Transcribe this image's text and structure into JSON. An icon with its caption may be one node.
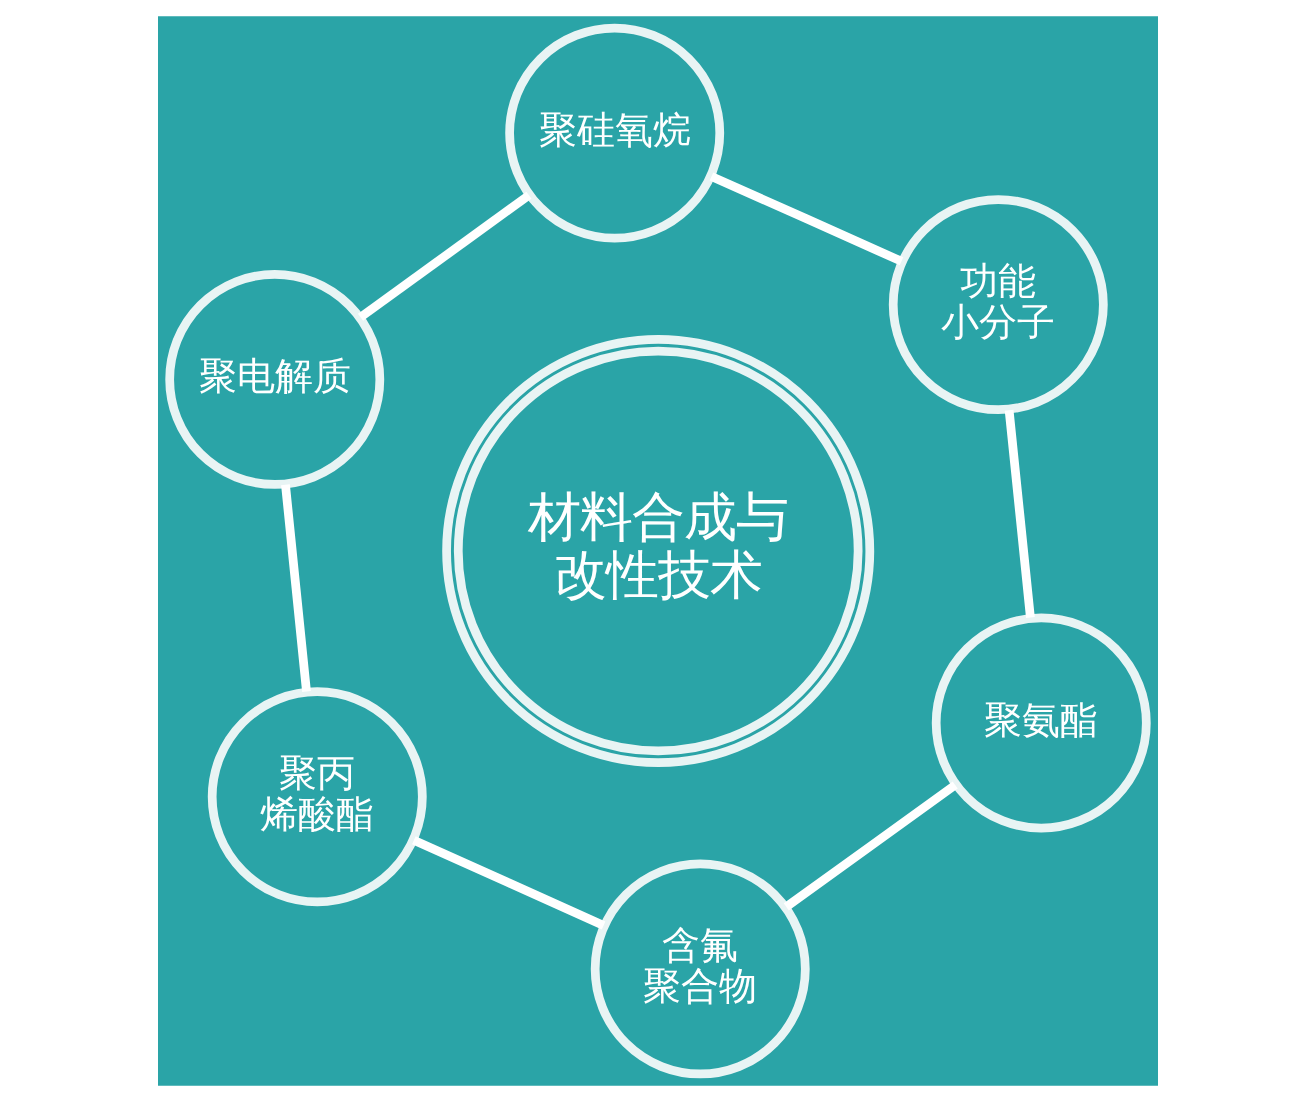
{
  "diagram": {
    "nodes": [
      {
        "text": [
          "聚硅氧烷"
        ]
      },
      {
        "text": [
          "功能小分子"
        ]
      },
      {
        "text": [
          "聚电解质"
        ]
      },
      {
        "text": [
          "材料合成与改性技术"
        ]
      },
      {
        "text": [
          "聚氨酯"
        ]
      },
      {
        "text": [
          "聚丙烯酸酯"
        ]
      },
      {
        "text": [
          "含氟聚合物"
        ]
      }
    ],
    "edges": [
      {
        "from": 0,
        "to": 1,
        "arrow": "none"
      },
      {
        "from": 1,
        "to": 4,
        "arrow": "none"
      },
      {
        "from": 4,
        "to": 6,
        "arrow": "none"
      },
      {
        "from": 6,
        "to": 5,
        "arrow": "none"
      },
      {
        "from": 5,
        "to": 2,
        "arrow": "none"
      },
      {
        "from": 2,
        "to": 0,
        "arrow": "none"
      }
    ]
  }
}
